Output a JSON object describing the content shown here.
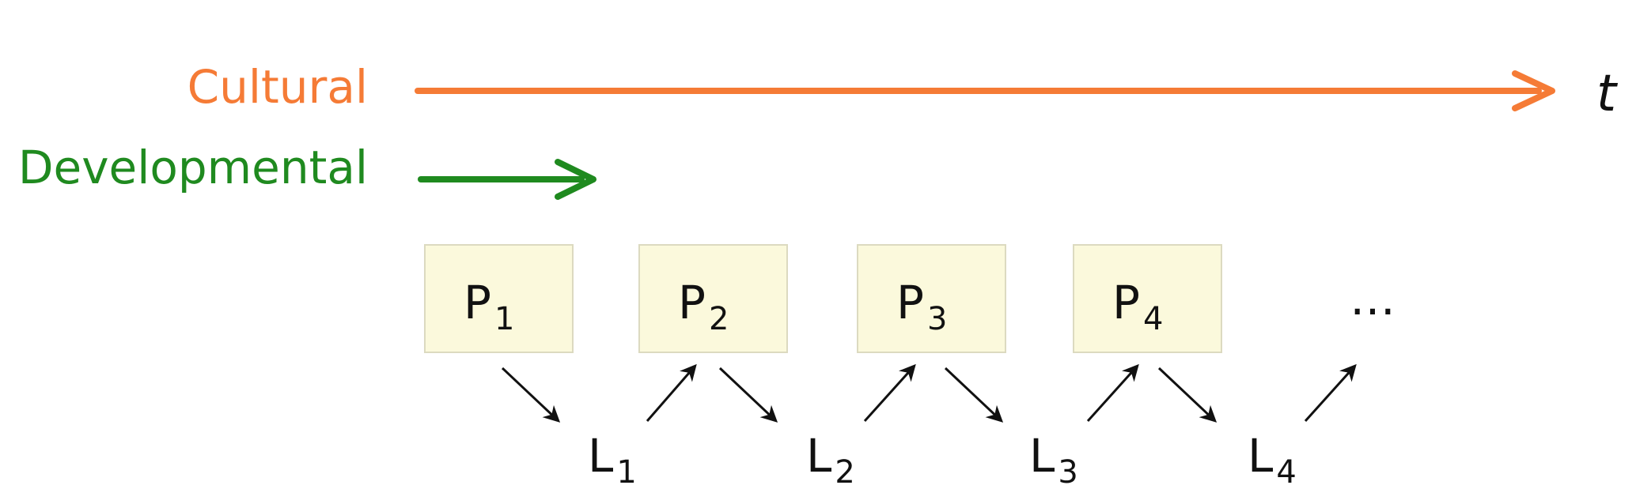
{
  "timescales": {
    "cultural": {
      "label": "Cultural",
      "color": "#f57b36"
    },
    "developmental": {
      "label": "Developmental",
      "color": "#1f8a1f"
    },
    "time_symbol": "t"
  },
  "colors": {
    "box_fill": "#fbf9dc",
    "box_stroke": "#dcdac0",
    "text": "#111111",
    "arrow": "#111111"
  },
  "populations": [
    {
      "letter": "P",
      "subscript": "1"
    },
    {
      "letter": "P",
      "subscript": "2"
    },
    {
      "letter": "P",
      "subscript": "3"
    },
    {
      "letter": "P",
      "subscript": "4"
    }
  ],
  "learners": [
    {
      "letter": "L",
      "subscript": "1"
    },
    {
      "letter": "L",
      "subscript": "2"
    },
    {
      "letter": "L",
      "subscript": "3"
    },
    {
      "letter": "L",
      "subscript": "4"
    }
  ],
  "continuation": "…"
}
